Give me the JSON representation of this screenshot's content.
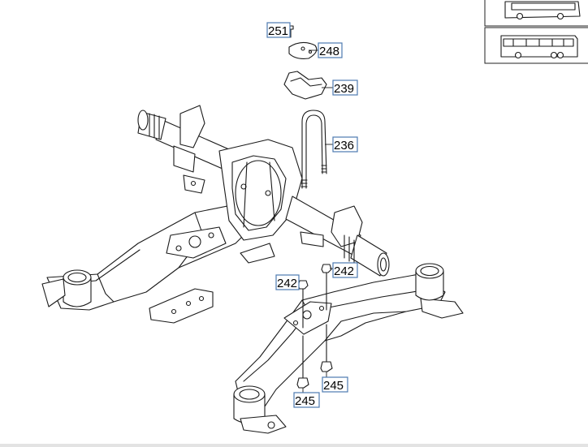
{
  "callouts": {
    "c251": "251",
    "c248": "248",
    "c239": "239",
    "c236": "236",
    "c242a": "242",
    "c242b": "242",
    "c245a": "245",
    "c245b": "245"
  },
  "thumbnails": {
    "top": "bus-side-view-icon",
    "bottom": "coach-side-view-icon"
  },
  "colors": {
    "callout_border": "#4d7ab0",
    "line": "#1a1a1a"
  }
}
